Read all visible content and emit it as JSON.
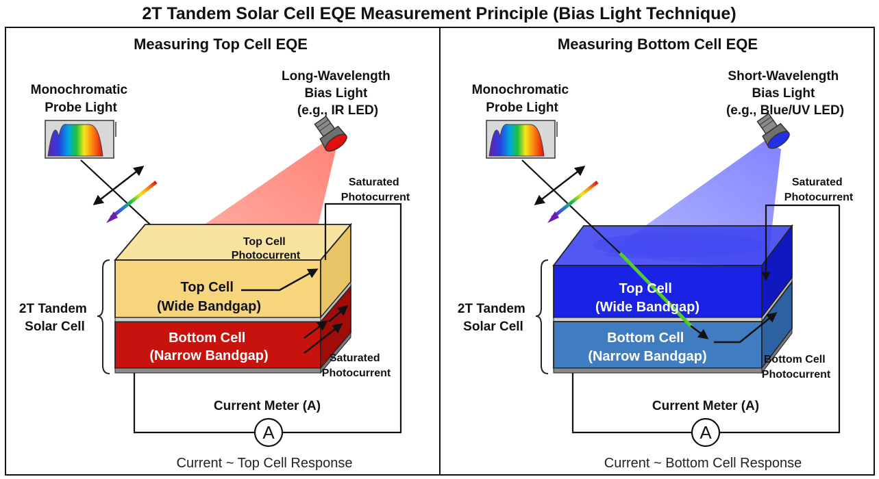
{
  "title": "2T Tandem Solar Cell EQE Measurement Principle (Bias Light Technique)",
  "panels": [
    {
      "heading": "Measuring Top Cell EQE",
      "probe_label": [
        "Monochromatic",
        "Probe Light"
      ],
      "bias_label": [
        "Long-Wavelength",
        "Bias Light",
        "(e.g., IR LED)"
      ],
      "bias_color": "#e01010",
      "beam_color": "#ff5a4a",
      "top_surface_label": [
        "Top Cell",
        "Photocurrent"
      ],
      "right_label_upper": [
        "Saturated",
        "Photocurrent"
      ],
      "right_label_lower": [
        "Saturated",
        "Photocurrent"
      ],
      "top_cell": [
        "Top Cell",
        "(Wide Bandgap)"
      ],
      "bottom_cell": [
        "Bottom Cell",
        "(Narrow Bandgap)"
      ],
      "device_label": [
        "2T Tandem",
        "Solar Cell"
      ],
      "meter_label": "Current Meter (A)",
      "meter_symbol": "A",
      "response": "Current ~ Top Cell Response",
      "colors": {
        "top_front": "#f6d57c",
        "top_surface": "#f8e3a1",
        "top_side": "#e8c466",
        "bottom_front": "#c8120e",
        "bottom_side": "#a00c08",
        "top_text": "#111111",
        "bottom_text": "#ffffff"
      }
    },
    {
      "heading": "Measuring Bottom Cell EQE",
      "probe_label": [
        "Monochromatic",
        "Probe Light"
      ],
      "bias_label": [
        "Short-Wavelength",
        "Bias Light",
        "(e.g., Blue/UV LED)"
      ],
      "bias_color": "#2430e8",
      "beam_color": "#5a5aff",
      "top_surface_label": [
        "",
        ""
      ],
      "right_label_upper": [
        "Saturated",
        "Photocurrent"
      ],
      "right_label_lower": [
        "Bottom Cell",
        "Photocurrent"
      ],
      "top_cell": [
        "Top Cell",
        "(Wide Bandgap)"
      ],
      "bottom_cell": [
        "Bottom Cell",
        "(Narrow Bandgap)"
      ],
      "device_label": [
        "2T Tandem",
        "Solar Cell"
      ],
      "meter_label": "Current Meter (A)",
      "meter_symbol": "A",
      "response": "Current ~ Bottom Cell Response",
      "colors": {
        "top_front": "#1a22e6",
        "top_surface": "#3f46f0",
        "top_side": "#1018c0",
        "bottom_front": "#3f7cc0",
        "bottom_side": "#2d62a2",
        "top_text": "#ffffff",
        "bottom_text": "#ffffff"
      }
    }
  ]
}
